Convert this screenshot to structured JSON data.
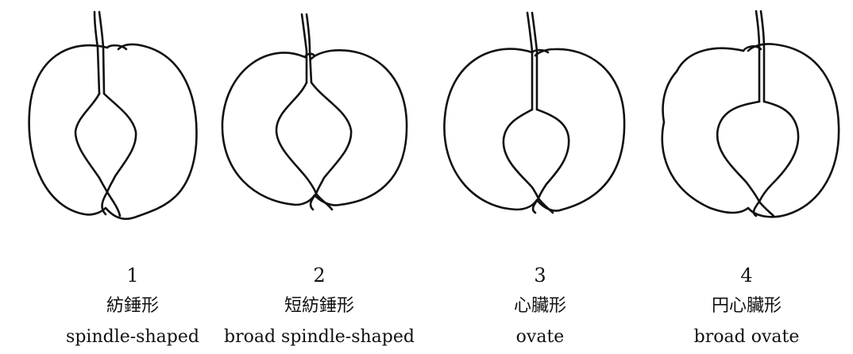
{
  "panels": [
    {
      "number": "1",
      "name_ja": "紡錘形",
      "name_en": "spindle-shaped",
      "core_shape": "spindle"
    },
    {
      "number": "2",
      "name_ja": "短紡錘形",
      "name_en": "broad spindle-shaped",
      "core_shape": "broad-spindle"
    },
    {
      "number": "3",
      "name_ja": "心臟形",
      "name_en": "ovate",
      "core_shape": "ovate"
    },
    {
      "number": "4",
      "name_ja": "円心臟形",
      "name_en": "broad ovate",
      "core_shape": "broad-ovate"
    }
  ]
}
